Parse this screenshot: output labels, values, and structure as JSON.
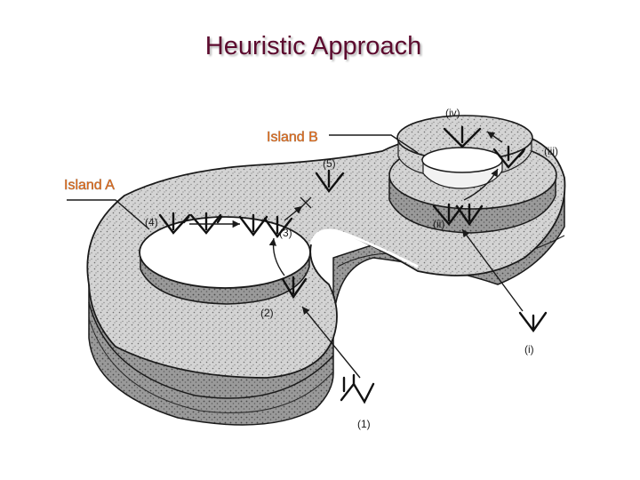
{
  "slide": {
    "title": "Heuristic Approach"
  },
  "diagram": {
    "island_labels": {
      "a": "Island A",
      "b": "Island B"
    },
    "step_labels": [
      "(1)",
      "(2)",
      "(3)",
      "(4)",
      "(5)"
    ],
    "roman_labels": [
      "(i)",
      "(ii)",
      "(iii)",
      "(iv)"
    ]
  },
  "colors": {
    "title": "#5c0a2e",
    "island_label": "#e06a18",
    "surface": "#cfcfcf",
    "wall": "#8e8e8e",
    "line": "#1a1a1a"
  }
}
